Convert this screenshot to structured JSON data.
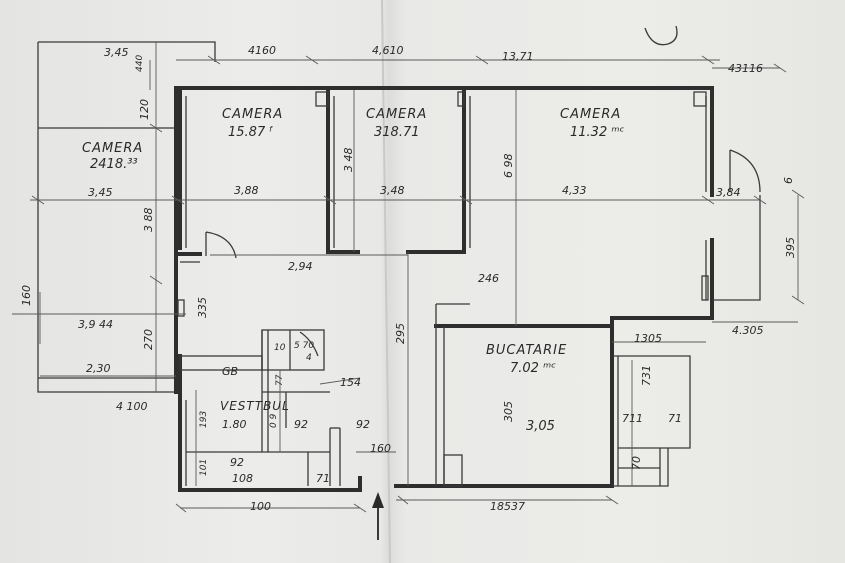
{
  "rooms": {
    "camera_left": {
      "label": "CAMERA",
      "area": "2418.³³"
    },
    "camera_mid1": {
      "label": "CAMERA",
      "area": "15.87 ᶠ"
    },
    "camera_mid2": {
      "label": "CAMERA",
      "area": "318.71"
    },
    "camera_right": {
      "label": "CAMERA",
      "area": "11.32 ᵐᶜ"
    },
    "bucatarie": {
      "label": "BUCATARIE",
      "area": "7.02 ᵐᶜ"
    },
    "vestibul": {
      "label": "VESTTBUL",
      "area": "1.80"
    },
    "gb": {
      "label": "GB"
    }
  },
  "dimensions": {
    "top_345": "3,45",
    "top_440": "440",
    "top_4160": "4160",
    "top_4610": "4,610",
    "top_1371": "13,71",
    "top_43116": "43116",
    "v_120": "120",
    "left_345": "3,45",
    "mid_388": "3,88",
    "mid_348": "3,48",
    "right_433": "4,33",
    "right_384": "3,84",
    "v_348": "3 48",
    "v_698": "6 98",
    "v_388": "3 88",
    "v_335": "335",
    "v_270": "270",
    "v_160": "160",
    "v_295": "295",
    "v_305": "305",
    "v_395": "395",
    "v_6": "6",
    "d_294": "2,94",
    "d_246": "246",
    "d_3944": "3,9 44",
    "d_230": "2,30",
    "d_4100": "4 100",
    "d_4305": "4.305",
    "d_1305": "1305",
    "d_305b": "3,05",
    "d_731": "731",
    "d_711": "711",
    "d_71a": "71",
    "d_70": "70",
    "d_154": "154",
    "d_92a": "92",
    "d_92b": "92",
    "d_160b": "160",
    "d_92c": "92",
    "d_108": "108",
    "d_71b": "71",
    "d_100": "100",
    "d_18537": "18537",
    "d_193": "193",
    "d_101": "101",
    "d_10": "10",
    "d_5_70": "5 70",
    "d_77": "77",
    "d_09": "0 9",
    "d_4": "4"
  }
}
